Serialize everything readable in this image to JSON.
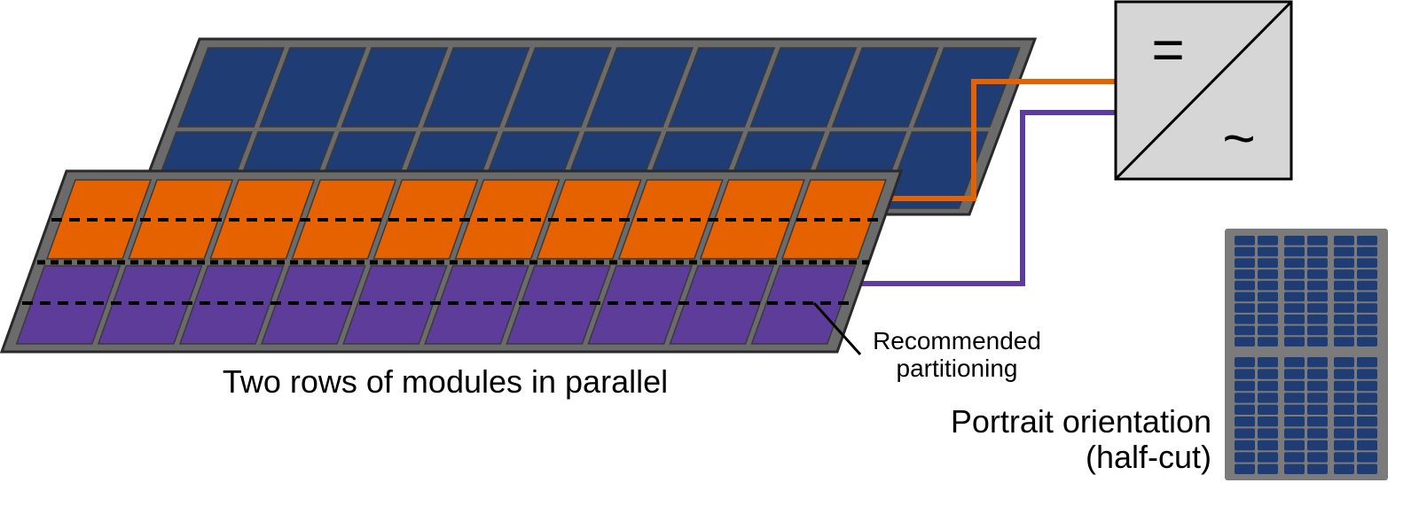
{
  "labels": {
    "two_rows": "Two rows of modules in parallel",
    "recommended_line1": "Recommended",
    "recommended_line2": "partitioning",
    "portrait_line1": "Portrait orientation",
    "portrait_line2": "(half-cut)",
    "inverter_dc_symbol": "=",
    "inverter_ac_symbol": "~"
  },
  "array": {
    "rows": 2,
    "modules_per_row": 10
  },
  "colors": {
    "frame": "#6b6b6b",
    "frame_outline": "#2a2a2a",
    "back_row": "#1f3d74",
    "front_upper_string": "#e66100",
    "front_lower_string": "#5e3c99",
    "inverter_fill": "#d6d6d6",
    "partition_line": "#000000"
  },
  "icons": {
    "inverter": "dc-ac-inverter-icon",
    "module": "half-cut-pv-module-icon"
  }
}
